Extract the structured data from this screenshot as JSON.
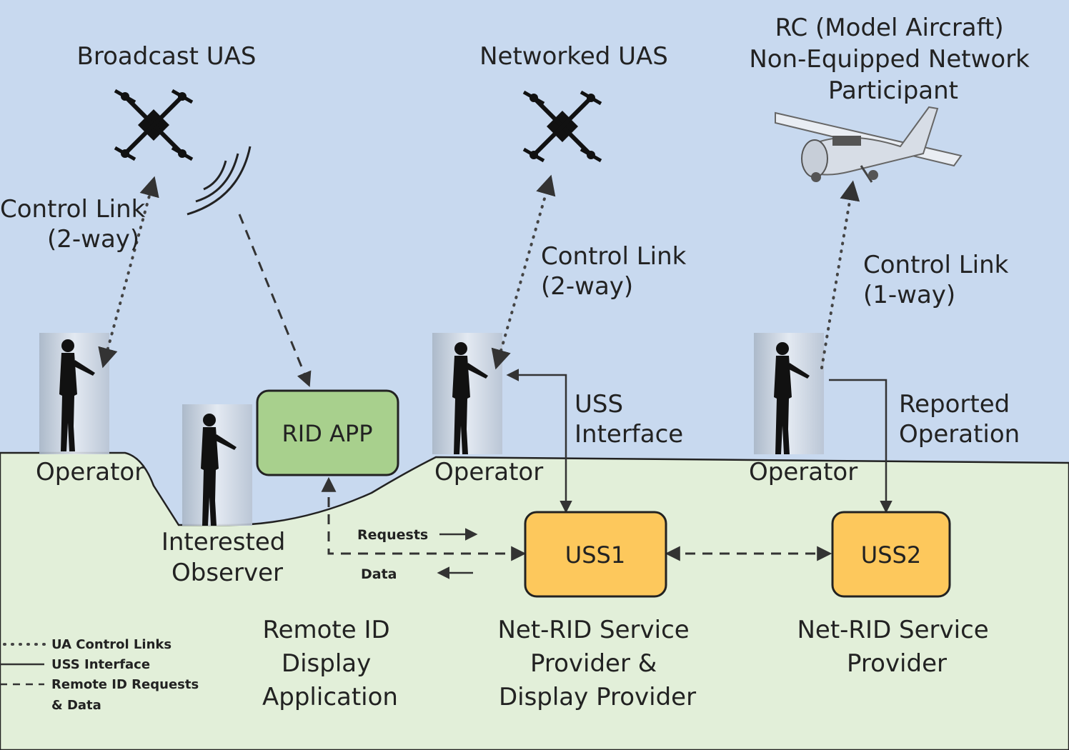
{
  "aircraft": {
    "broadcast_title": "Broadcast UAS",
    "networked_title": "Networked UAS",
    "rc_title": [
      "RC (Model Aircraft)",
      "Non-Equipped Network",
      "Participant"
    ]
  },
  "links": {
    "broadcast_control": [
      "Control Link",
      "(2-way)"
    ],
    "networked_control": [
      "Control Link",
      "(2-way)"
    ],
    "rc_control": [
      "Control Link",
      "(1-way)"
    ],
    "uss_interface": [
      "USS",
      "Interface"
    ],
    "reported_operation": [
      "Reported",
      "Operation"
    ],
    "requests": "Requests",
    "data": "Data"
  },
  "people": {
    "operator_1": "Operator",
    "operator_2": "Operator",
    "operator_3": "Operator",
    "observer": [
      "Interested",
      "Observer"
    ]
  },
  "boxes": {
    "rid_app": "RID APP",
    "uss1": "USS1",
    "uss2": "USS2"
  },
  "captions": {
    "rid_display": [
      "Remote ID",
      "Display",
      "Application"
    ],
    "uss1_caption": [
      "Net-RID Service",
      "Provider &",
      "Display Provider"
    ],
    "uss2_caption": [
      "Net-RID Service",
      "Provider"
    ]
  },
  "legend": {
    "control_links": "UA Control Links",
    "uss_interface": "USS Interface",
    "remote_id": [
      "Remote ID Requests",
      "& Data"
    ]
  },
  "colors": {
    "sky": "#c8d9ef",
    "ground": "#e2efd9",
    "rid_app_fill": "#a8d08d",
    "uss_fill": "#fdc85c"
  }
}
